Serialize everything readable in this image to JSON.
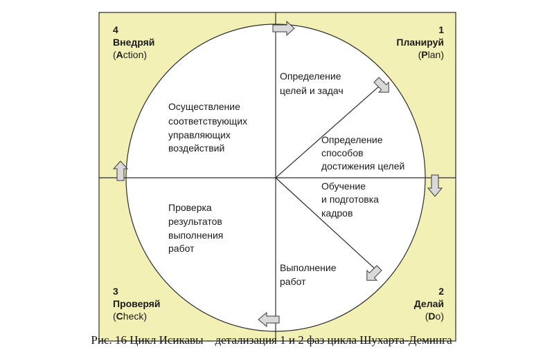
{
  "quadrants": {
    "plan": {
      "number": "1",
      "title": "Планируй",
      "sub_open": "(",
      "sub_letter": "P",
      "sub_rest": "lan)"
    },
    "do": {
      "number": "2",
      "title": "Делай",
      "sub_open": "(",
      "sub_letter": "D",
      "sub_rest": "o)"
    },
    "check": {
      "number": "3",
      "title": "Проверяй",
      "sub_open": "(",
      "sub_letter": "C",
      "sub_rest": "heck)"
    },
    "act": {
      "number": "4",
      "title": "Внедряй",
      "sub_open": "(",
      "sub_letter": "A",
      "sub_rest": "ction)"
    }
  },
  "segments": {
    "goals": [
      "Определение",
      "целей и задач"
    ],
    "methods": [
      "Определение",
      "способов",
      "достижения целей"
    ],
    "training": [
      "Обучение",
      "и подготовка",
      "кадров"
    ],
    "execution": [
      "Выполнение",
      "работ"
    ],
    "verify": [
      "Проверка",
      "результатов",
      "выполнения",
      "работ"
    ],
    "implement": [
      "Осуществление",
      "соответствующих",
      "управляющих",
      "воздействий"
    ]
  },
  "caption": "Рис. 16 Цикл Исикавы – детализация 1 и 2 фаз цикла Шухарта-Деминга",
  "colors": {
    "background_fill": "#f3f0b6",
    "circle_fill": "#ffffff",
    "line": "#2b2b2b",
    "arrow_fill": "#d9d9d9"
  }
}
